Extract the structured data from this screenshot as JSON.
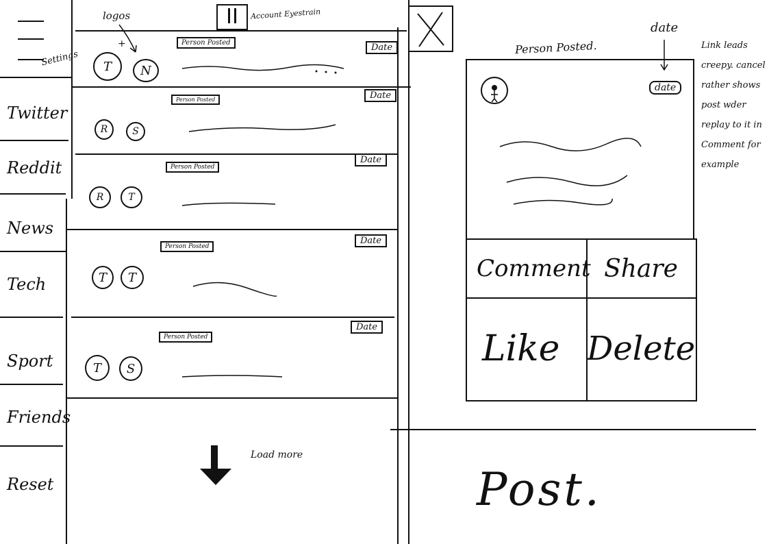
{
  "sidebar": {
    "settings_label": "Settings",
    "items": [
      {
        "label": "Twitter"
      },
      {
        "label": "Reddit"
      },
      {
        "label": "News"
      },
      {
        "label": "Tech"
      },
      {
        "label": "Sport"
      },
      {
        "label": "Friends"
      },
      {
        "label": "Reset"
      }
    ]
  },
  "feed": {
    "pause_label": "Account Eyestrain",
    "logos_note": "logos",
    "logos_plus": "+",
    "rows": [
      {
        "person": "Person Posted",
        "date": "Date",
        "logos": [
          "T",
          "N"
        ]
      },
      {
        "person": "Person Posted",
        "date": "Date",
        "logos": [
          "R",
          "S"
        ]
      },
      {
        "person": "Person Posted",
        "date": "Date",
        "logos": [
          "R",
          "T"
        ]
      },
      {
        "person": "Person Posted",
        "date": "Date",
        "logos": [
          "T",
          "T"
        ]
      },
      {
        "person": "Person Posted",
        "date": "Date",
        "logos": [
          "T",
          "S"
        ]
      }
    ],
    "load_more_label": "Load more"
  },
  "detail": {
    "person_posted": "Person Posted.",
    "date_note": "date",
    "date_tag": "date",
    "side_note": "Link leads creepy. cancel rather shows post wder replay to it in Comment for example",
    "actions": {
      "comment": "Comment",
      "share": "Share",
      "like": "Like",
      "delete": "Delete"
    }
  },
  "post_label": "Post."
}
